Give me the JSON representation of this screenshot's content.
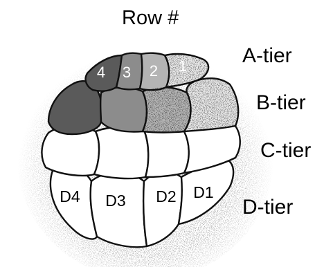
{
  "title": "Row #",
  "tiers": {
    "a": "A-tier",
    "b": "B-tier",
    "c": "C-tier",
    "d": "D-tier"
  },
  "cells": {
    "a_row4": "4",
    "a_row3": "3",
    "a_row2": "2",
    "a_row1": "1",
    "d_row4": "D4",
    "d_row3": "D3",
    "d_row2": "D2",
    "d_row1": "D1"
  },
  "colors": {
    "row4": "#5a5a5a",
    "row3": "#8c8c8c",
    "row2": "#b4b4b4",
    "row1": "#e6e6e6",
    "unshaded": "#ffffff"
  }
}
